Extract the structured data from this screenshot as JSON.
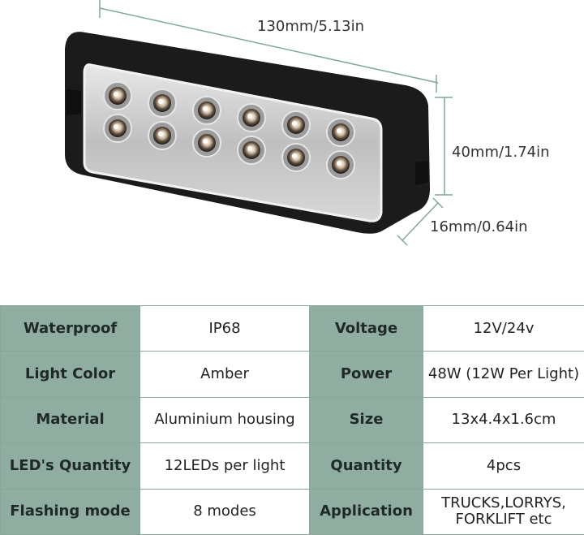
{
  "dimensions": {
    "length": "130mm/5.13in",
    "height": "40mm/1.74in",
    "depth": "16mm/0.64in"
  },
  "specs": [
    {
      "k1": "Waterproof",
      "v1": "IP68",
      "k2": "Voltage",
      "v2": "12V/24v"
    },
    {
      "k1": "Light Color",
      "v1": "Amber",
      "k2": "Power",
      "v2": "48W (12W Per Light)"
    },
    {
      "k1": "Material",
      "v1": "Aluminium housing",
      "k2": "Size",
      "v2": "13x4.4x1.6cm"
    },
    {
      "k1": "LED's Quantity",
      "v1": "12LEDs per light",
      "k2": "Quantity",
      "v2": "4pcs"
    },
    {
      "k1": "Flashing mode",
      "v1": "8 modes",
      "k2": "Application",
      "v2": "TRUCKS,LORRYS,\nFORKLIFT etc"
    }
  ],
  "colors": {
    "header_cell": "#8fada1",
    "dimension_line": "#7fa898",
    "housing": "#1b1b1b"
  },
  "led_count": 12
}
